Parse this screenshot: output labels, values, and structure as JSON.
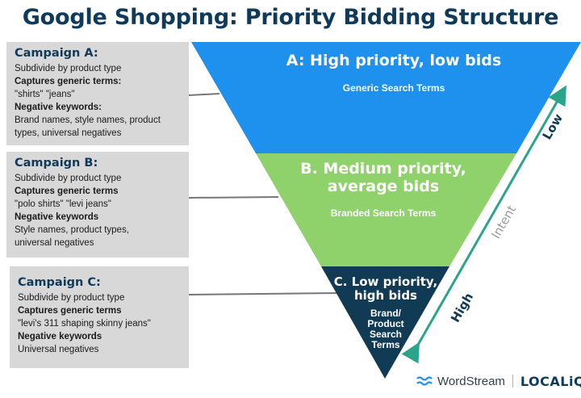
{
  "title": "Google Shopping: Priority Bidding Structure",
  "campaigns": [
    {
      "heading": "Campaign A:",
      "subdivide": "Subdivide by product type",
      "captures_label": "Captures generic terms:",
      "captures_value": "\"shirts\" \"jeans\"",
      "negatives_label": "Negative keywords:",
      "negatives_line1": "Brand names, style names, product",
      "negatives_line2": "types, universal negatives"
    },
    {
      "heading": "Campaign B:",
      "subdivide": "Subdivide by product type",
      "captures_label": "Captures generic terms",
      "captures_value": "\"polo shirts\" \"levi jeans\"",
      "negatives_label": "Negative keywords",
      "negatives_line1": "Style names, product types,",
      "negatives_line2": "universal negatives"
    },
    {
      "heading": "Campaign C:",
      "subdivide": "Subdivide by product type",
      "captures_label": "Captures generic terms",
      "captures_value": "\"levi's 311 shaping skinny jeans\"",
      "negatives_label": "Negative keywords",
      "negatives_line1": "Universal negatives",
      "negatives_line2": ""
    }
  ],
  "tiers": [
    {
      "title_line1": "A: High priority, low bids",
      "title_line2": "",
      "subtitle": "Generic Search Terms",
      "color": "#1e90ee"
    },
    {
      "title_line1": "B. Medium priority,",
      "title_line2": "average bids",
      "subtitle": "Branded Search Terms",
      "color": "#8fd16a"
    },
    {
      "title_line1": "C. Low priority,",
      "title_line2": "high bids",
      "subtitle_lines": [
        "Brand/",
        "Product",
        "Search",
        "Terms"
      ],
      "color": "#113a55"
    }
  ],
  "intent_axis": {
    "low": "Low",
    "middle": "Intent",
    "high": "High",
    "arrow_color": "#2aa58a"
  },
  "logos": {
    "wordstream": "WordStream",
    "localiq": "LOCALiQ"
  },
  "colors": {
    "title": "#0f3a5a",
    "card_bg": "#d8d8d8",
    "connector": "#777777"
  }
}
